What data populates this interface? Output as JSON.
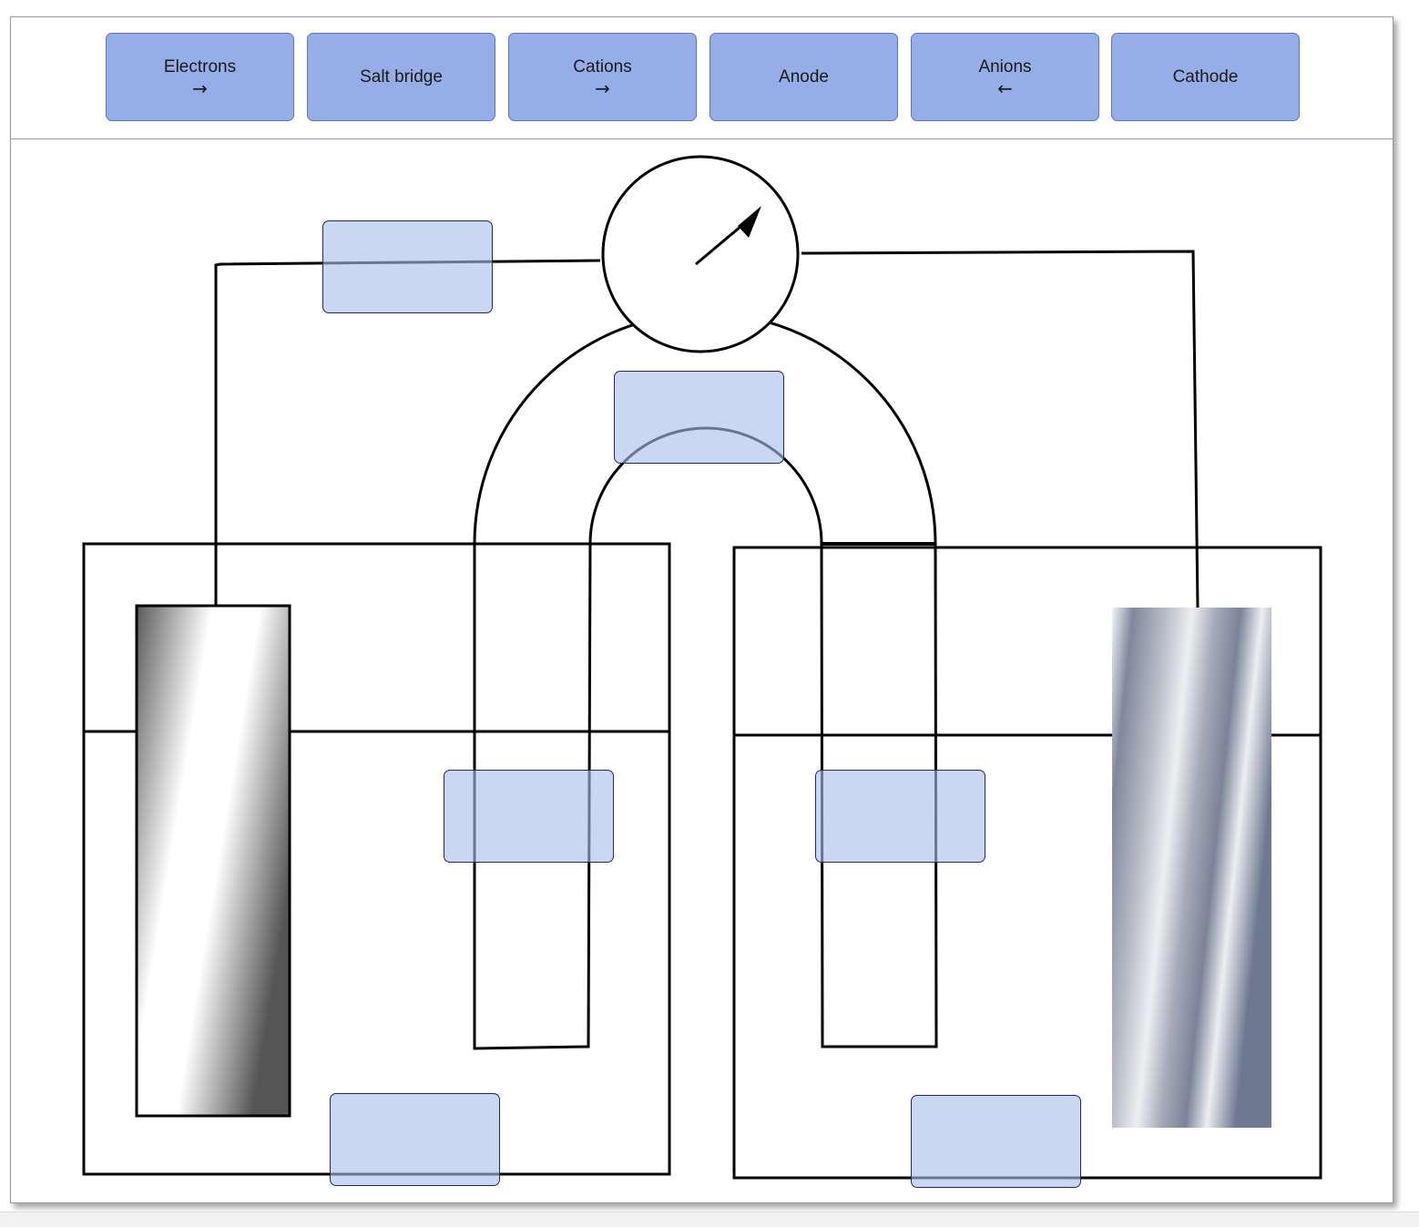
{
  "labels": [
    {
      "text": "Electrons",
      "arrow": "→"
    },
    {
      "text": "Salt bridge",
      "arrow": ""
    },
    {
      "text": "Cations",
      "arrow": "→"
    },
    {
      "text": "Anode",
      "arrow": ""
    },
    {
      "text": "Anions",
      "arrow": "←"
    },
    {
      "text": "Cathode",
      "arrow": ""
    }
  ],
  "drop_zones_count": 6,
  "colors": {
    "chip_fill": "#95aee8",
    "chip_border": "#5a73c0",
    "drop_fill": "#aabeeb",
    "line": "#000000"
  }
}
